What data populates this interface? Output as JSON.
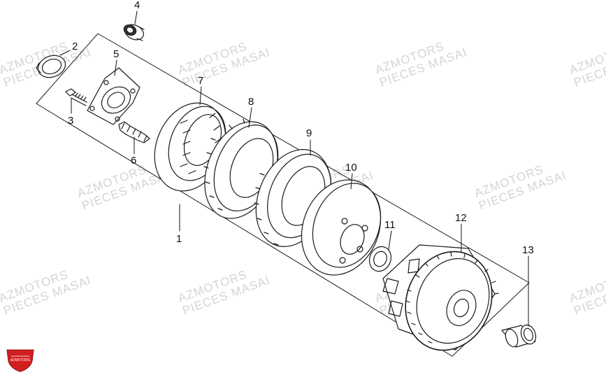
{
  "watermark": {
    "line1": "AZMOTORS",
    "line2": "PIECES MASAI"
  },
  "callouts": [
    "1",
    "2",
    "3",
    "4",
    "5",
    "6",
    "7",
    "8",
    "9",
    "10",
    "11",
    "12",
    "13"
  ],
  "logo": {
    "brand": "AZMOTORS",
    "primary_color": "#d11f1f"
  },
  "colors": {
    "line": "#1a1a1a",
    "callout_line": "#111111",
    "watermark": "#d4d4d4"
  }
}
